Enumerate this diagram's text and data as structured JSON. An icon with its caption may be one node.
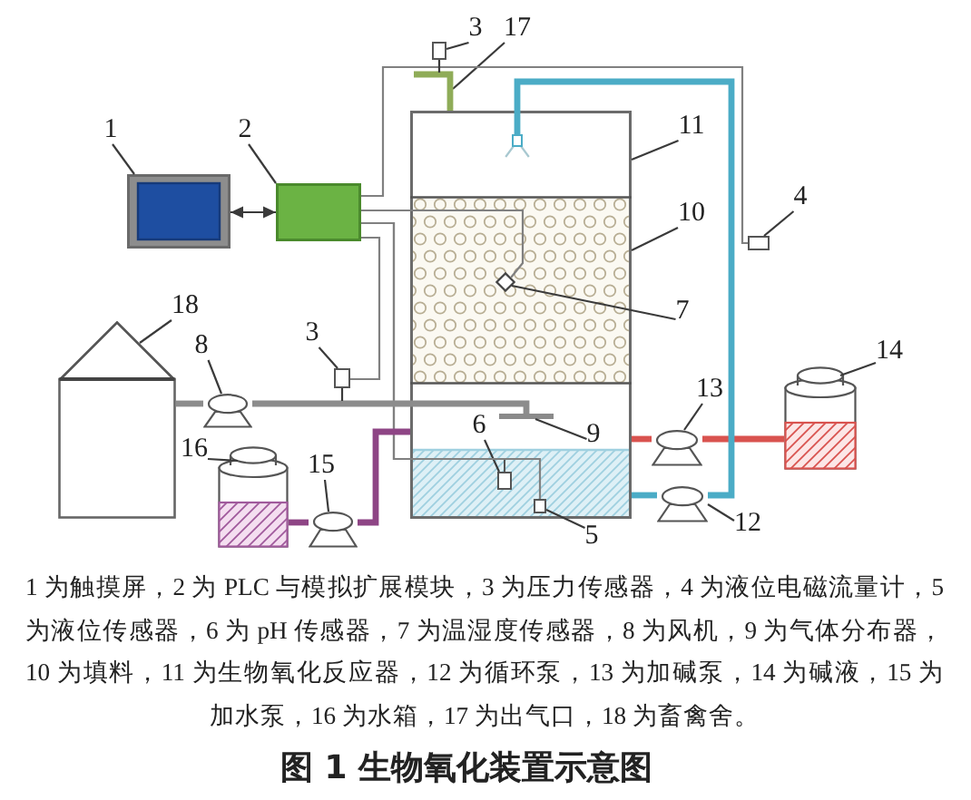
{
  "diagram": {
    "caption": "图 1 生物氧化装置示意图",
    "nodes": [
      {
        "text": [
          "1"
        ]
      },
      {
        "text": [],
        "shape": "box"
      },
      {
        "text": [
          "2"
        ]
      },
      {
        "text": [],
        "shape": "box"
      },
      {
        "text": [
          "3"
        ]
      },
      {
        "text": [],
        "shape": "box"
      },
      {
        "text": [
          "17"
        ]
      },
      {
        "text": [],
        "shape": "box"
      },
      {
        "text": [
          "11"
        ]
      },
      {
        "text": [],
        "shape": "nozzle",
        "in": 7
      },
      {
        "text": [],
        "shape": "box",
        "in": 7
      },
      {
        "text": [
          "10"
        ]
      },
      {
        "text": [],
        "shape": "diamond",
        "in": 10
      },
      {
        "text": [
          "7"
        ]
      },
      {
        "text": [
          "4"
        ]
      },
      {
        "text": [],
        "shape": "box"
      },
      {
        "text": [
          "18"
        ]
      },
      {
        "text": [],
        "shape": "house"
      },
      {
        "text": [
          "8"
        ]
      },
      {
        "text": [],
        "shape": "pump"
      },
      {
        "text": [
          "3"
        ]
      },
      {
        "text": [],
        "shape": "box"
      },
      {
        "text": [],
        "shape": "bar",
        "in": 7
      },
      {
        "text": [
          "9"
        ],
        "in": 7
      },
      {
        "text": [
          "6"
        ],
        "in": 7
      },
      {
        "text": [],
        "shape": "box",
        "in": 7
      },
      {
        "text": [
          "16"
        ]
      },
      {
        "text": [],
        "shape": "cylinder"
      },
      {
        "text": [
          "15"
        ]
      },
      {
        "text": [],
        "shape": "pump"
      },
      {
        "text": [
          "13"
        ]
      },
      {
        "text": [],
        "shape": "pump"
      },
      {
        "text": [
          "14"
        ]
      },
      {
        "text": [],
        "shape": "cylinder"
      },
      {
        "text": [],
        "shape": "box",
        "in": 7
      },
      {
        "text": [
          "5"
        ]
      },
      {
        "text": [],
        "shape": "pump"
      },
      {
        "text": [
          "12"
        ]
      }
    ],
    "edges": [
      {
        "from": 0,
        "to": 1,
        "arrow": "none"
      },
      {
        "from": 2,
        "to": 3,
        "arrow": "none"
      },
      {
        "from": 4,
        "to": 5,
        "arrow": "none"
      },
      {
        "from": 6,
        "to": null,
        "arrow": "none"
      },
      {
        "from": 8,
        "to": 7,
        "arrow": "none"
      },
      {
        "from": 11,
        "to": 10,
        "arrow": "none"
      },
      {
        "from": 13,
        "to": 12,
        "arrow": "none"
      },
      {
        "from": 14,
        "to": 15,
        "arrow": "none"
      },
      {
        "from": 16,
        "to": 17,
        "arrow": "none"
      },
      {
        "from": 18,
        "to": 19,
        "arrow": "none"
      },
      {
        "from": 20,
        "to": 21,
        "arrow": "none"
      },
      {
        "from": 23,
        "to": 22,
        "arrow": "none"
      },
      {
        "from": 24,
        "to": 25,
        "arrow": "none"
      },
      {
        "from": 26,
        "to": 27,
        "arrow": "none"
      },
      {
        "from": 28,
        "to": 29,
        "arrow": "none"
      },
      {
        "from": 30,
        "to": 31,
        "arrow": "none"
      },
      {
        "from": 32,
        "to": 33,
        "arrow": "none"
      },
      {
        "from": 35,
        "to": 34,
        "arrow": "none"
      },
      {
        "from": 37,
        "to": 36,
        "arrow": "none"
      },
      {
        "from": 1,
        "to": 3,
        "arrow": "both"
      },
      {
        "from": 3,
        "to": 15,
        "arrow": "none",
        "color": "#808080"
      },
      {
        "from": 3,
        "to": 12,
        "arrow": "none",
        "color": "#808080"
      },
      {
        "from": 3,
        "to": 25,
        "arrow": "none",
        "color": "#808080"
      },
      {
        "from": 3,
        "to": 34,
        "arrow": "none",
        "color": "#808080"
      },
      {
        "from": 3,
        "to": 21,
        "arrow": "none",
        "color": "#808080"
      },
      {
        "from": 17,
        "to": 19,
        "arrow": "none",
        "style": "thick",
        "color": "#8c8c8c"
      },
      {
        "from": 19,
        "to": 22,
        "arrow": "none",
        "style": "thick",
        "color": "#8c8c8c"
      },
      {
        "from": 27,
        "to": 29,
        "arrow": "none",
        "style": "thick",
        "color": "#8e4585"
      },
      {
        "from": 29,
        "to": 7,
        "arrow": "none",
        "style": "thick",
        "color": "#8e4585"
      },
      {
        "from": 33,
        "to": 31,
        "arrow": "none",
        "style": "thick",
        "color": "#d9534f"
      },
      {
        "from": 31,
        "to": 7,
        "arrow": "none",
        "style": "thick",
        "color": "#d9534f"
      },
      {
        "from": 7,
        "to": 36,
        "arrow": "none",
        "style": "thick",
        "color": "#4bacc6"
      },
      {
        "from": 36,
        "to": 9,
        "arrow": "none",
        "style": "thick",
        "color": "#4bacc6"
      },
      {
        "from": 7,
        "to": null,
        "arrow": "none",
        "style": "thick",
        "color": "#8fac58"
      },
      {
        "from": 5,
        "to": null,
        "arrow": "none"
      },
      {
        "from": 21,
        "to": null,
        "arrow": "none"
      }
    ],
    "labels": [
      "1 为触摸屏，2 为 PLC 与模拟扩展模块，3 为压力传感器，4 为液位电磁流量计，5 为液位传感器，6 为 pH 传感器，7 为温湿度传感器，8 为风机，9 为气体分布器，10 为填料，11 为生物氧化反应器，12 为循环泵，13 为加碱泵，14 为碱液，15 为加水泵，16 为水箱，17 为出气口，18 为畜禽舍。"
    ]
  }
}
